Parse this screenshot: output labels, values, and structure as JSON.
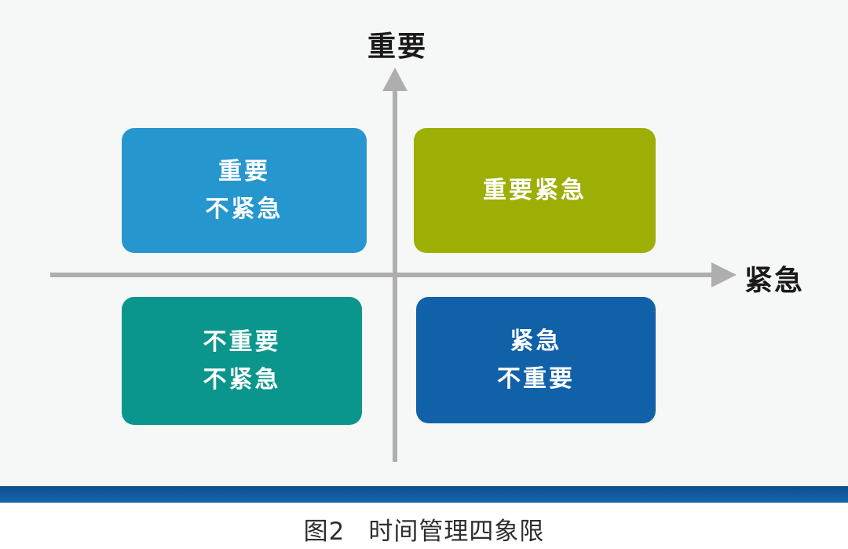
{
  "figure": {
    "axes": {
      "y_label": "重要",
      "x_label": "紧急",
      "axis_color": "#aeaeae"
    },
    "quadrants": [
      {
        "position": "top-left",
        "lines": [
          "重要",
          "不紧急"
        ],
        "color": "#2696ce",
        "edge_color": "#1878ac"
      },
      {
        "position": "top-right",
        "lines": [
          "重要紧急"
        ],
        "color": "#9dae05",
        "edge_color": "#7f8e04"
      },
      {
        "position": "bottom-left",
        "lines": [
          "不重要",
          "不紧急"
        ],
        "color": "#0a968c",
        "edge_color": "#067a72"
      },
      {
        "position": "bottom-right",
        "lines": [
          "紧急",
          "不重要"
        ],
        "color": "#1161a9",
        "edge_color": "#0c4d88"
      }
    ],
    "divider": {
      "top_color": "#0d4d8b",
      "bottom_color": "#1566ae"
    },
    "caption": {
      "prefix": "图2",
      "title": "时间管理四象限"
    }
  }
}
